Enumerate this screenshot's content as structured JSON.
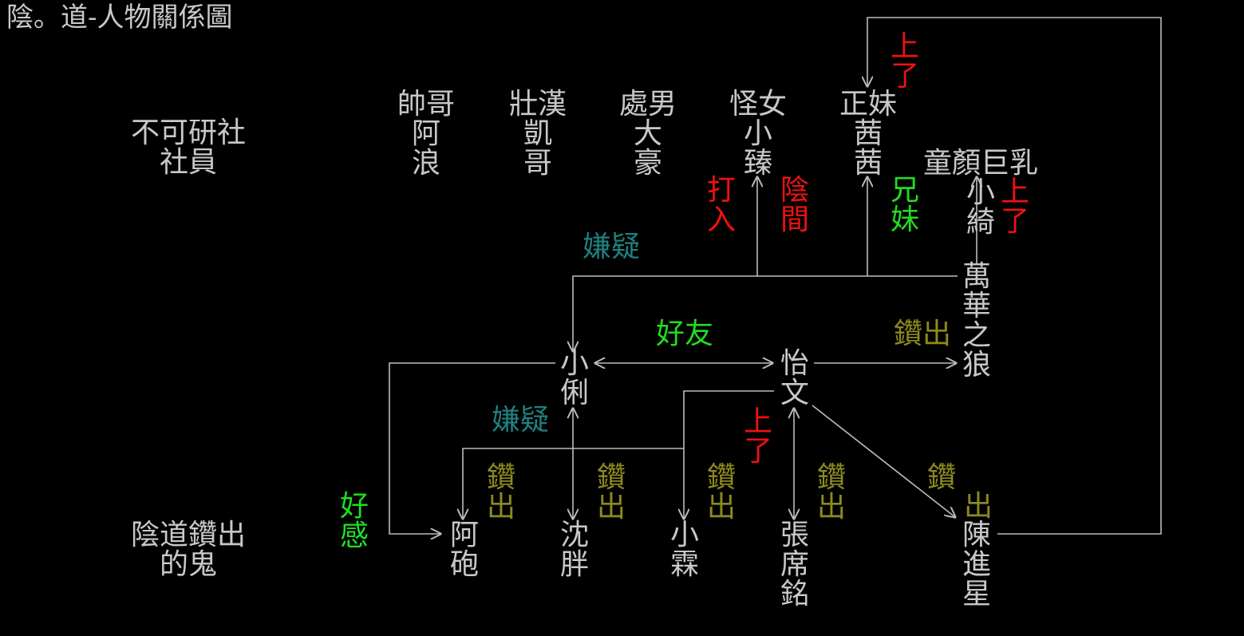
{
  "title": "陰。道-人物關係圖",
  "groups": {
    "club": "不可研社\n社員",
    "ghosts": "陰道鑽出\n的鬼"
  },
  "characters": {
    "alang": "帥哥\n阿\n浪",
    "kaige": "壯漢\n凱\n哥",
    "dahao": "處男\n大\n豪",
    "xiaozhen": "怪女\n小\n臻",
    "xixi": "正妹\n茜\n茜",
    "xiaoqi": "童顏巨乳\n小\n綺",
    "wanhua": "萬\n華\n之\n狼",
    "xiaoli": "小\n俐",
    "yiwen": "怡\n文",
    "apao": "阿\n砲",
    "shenpang": "沈\n胖",
    "xiaolin": "小\n霖",
    "zhangximing": "張\n席\n銘",
    "chenjinxing": "陳\n進\n星"
  },
  "relations": {
    "slept_with_top": "上\n了",
    "infiltrate": "打\n入",
    "underworld": "陰\n間",
    "siblings": "兄\n妹",
    "slept_with_qi": "上\n了",
    "suspect_top": "嫌疑",
    "good_friends": "好友",
    "emerged_wolf": "鑽出",
    "suspect_mid": "嫌疑",
    "slept_with_mid": "上\n了",
    "affection": "好\n感",
    "emerged_apao": "鑽\n出",
    "emerged_shenpang": "鑽\n出",
    "emerged_xiaolin": "鑽\n出",
    "emerged_zhang": "鑽\n出",
    "emerged_chen_1": "鑽",
    "emerged_chen_2": "出"
  },
  "colors": {
    "text": "#c8c8c8",
    "romance": "#ee1111",
    "friendly": "#22dd22",
    "emerged": "#8c8a1e",
    "suspect": "#1f8080",
    "line": "#bcbcbc"
  }
}
